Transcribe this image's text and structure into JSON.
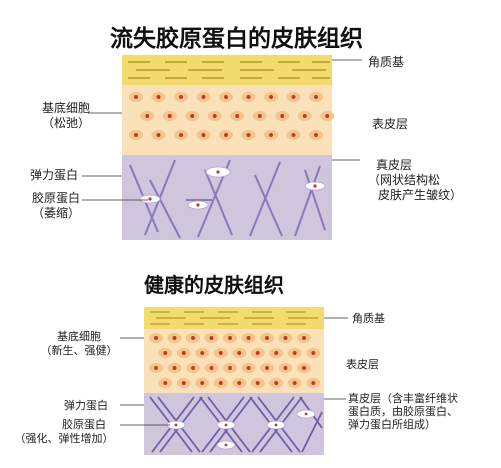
{
  "diagram_top": {
    "title": "流失胶原蛋白的皮肤组织",
    "left_labels": {
      "basal_cells": "基底细胞",
      "basal_cells_state": "（松弛）",
      "elastin": "弹力蛋白",
      "collagen": "胶原蛋白",
      "collagen_state": "（萎缩）"
    },
    "right_labels": {
      "stratum_corneum": "角质基",
      "epidermis": "表皮层",
      "dermis": "真皮层",
      "dermis_note_1": "（网状结构松",
      "dermis_note_2": "皮肤产生皱纹）"
    }
  },
  "diagram_bottom": {
    "title": "健康的皮肤组织",
    "left_labels": {
      "basal_cells": "基底细胞",
      "basal_cells_state": "（新生、强健）",
      "elastin": "弹力蛋白",
      "collagen": "胶原蛋白",
      "collagen_state": "（强化、弹性增加）"
    },
    "right_labels": {
      "stratum_corneum": "角质基",
      "epidermis": "表皮层",
      "dermis": "真皮层（含丰富纤维状",
      "dermis_note_1": "蛋白质，由胶原蛋白、",
      "dermis_note_2": "弹力蛋白所组成）"
    }
  },
  "colors": {
    "stratum": "#f2dc6e",
    "epidermis": "#fae1b8",
    "dermis": "#cfc6dd",
    "fiber": "#8a78b8",
    "cell_nucleus": "#c0392b"
  }
}
